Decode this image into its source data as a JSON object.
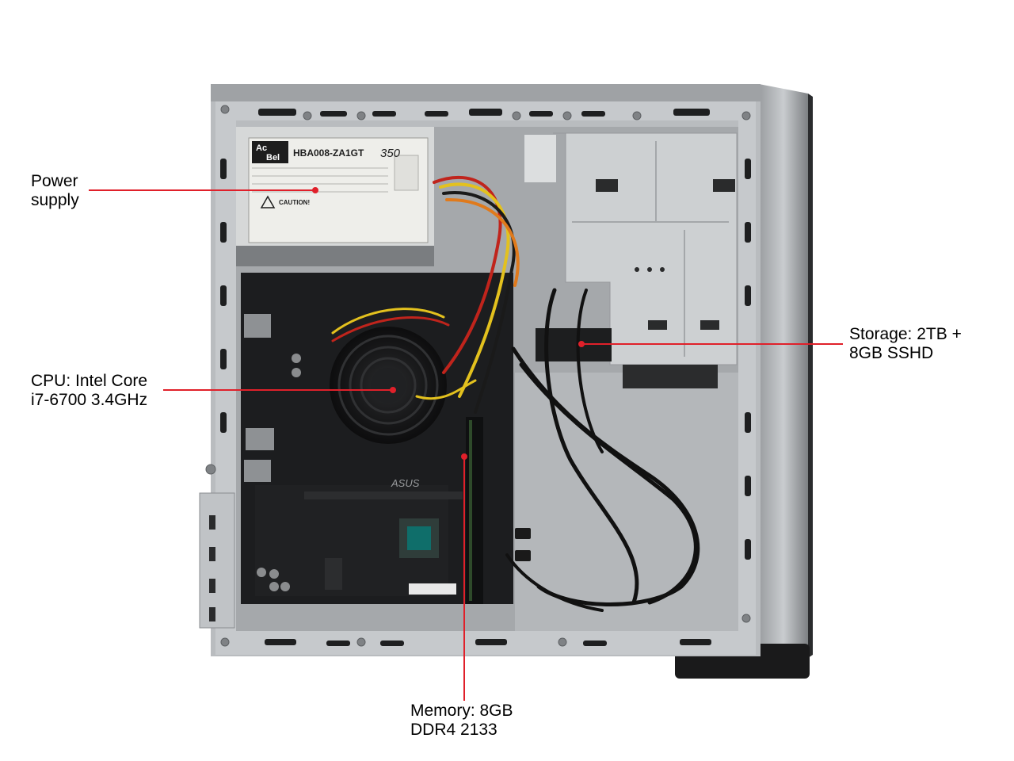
{
  "callouts": [
    {
      "id": "power",
      "text": "Power\nsupply"
    },
    {
      "id": "cpu",
      "text": "CPU: Intel Core\ni7-6700 3.4GHz"
    },
    {
      "id": "storage",
      "text": "Storage: 2TB +\n8GB SSHD"
    },
    {
      "id": "memory",
      "text": "Memory: 8GB\nDDR4 2133"
    }
  ],
  "psu": {
    "brand_top": "Ac",
    "brand_bottom": "Bel",
    "model": "HBA008-ZA1GT",
    "wattage": "350",
    "caution": "CAUTION!"
  },
  "motherboard": {
    "brand": "ASUS"
  },
  "colors": {
    "leader_line": "#e0202a",
    "chassis": "#b9bcbf",
    "chassis_dark": "#8a8d90",
    "board": "#1c1d1f",
    "psu_label": "#eeeeea"
  }
}
